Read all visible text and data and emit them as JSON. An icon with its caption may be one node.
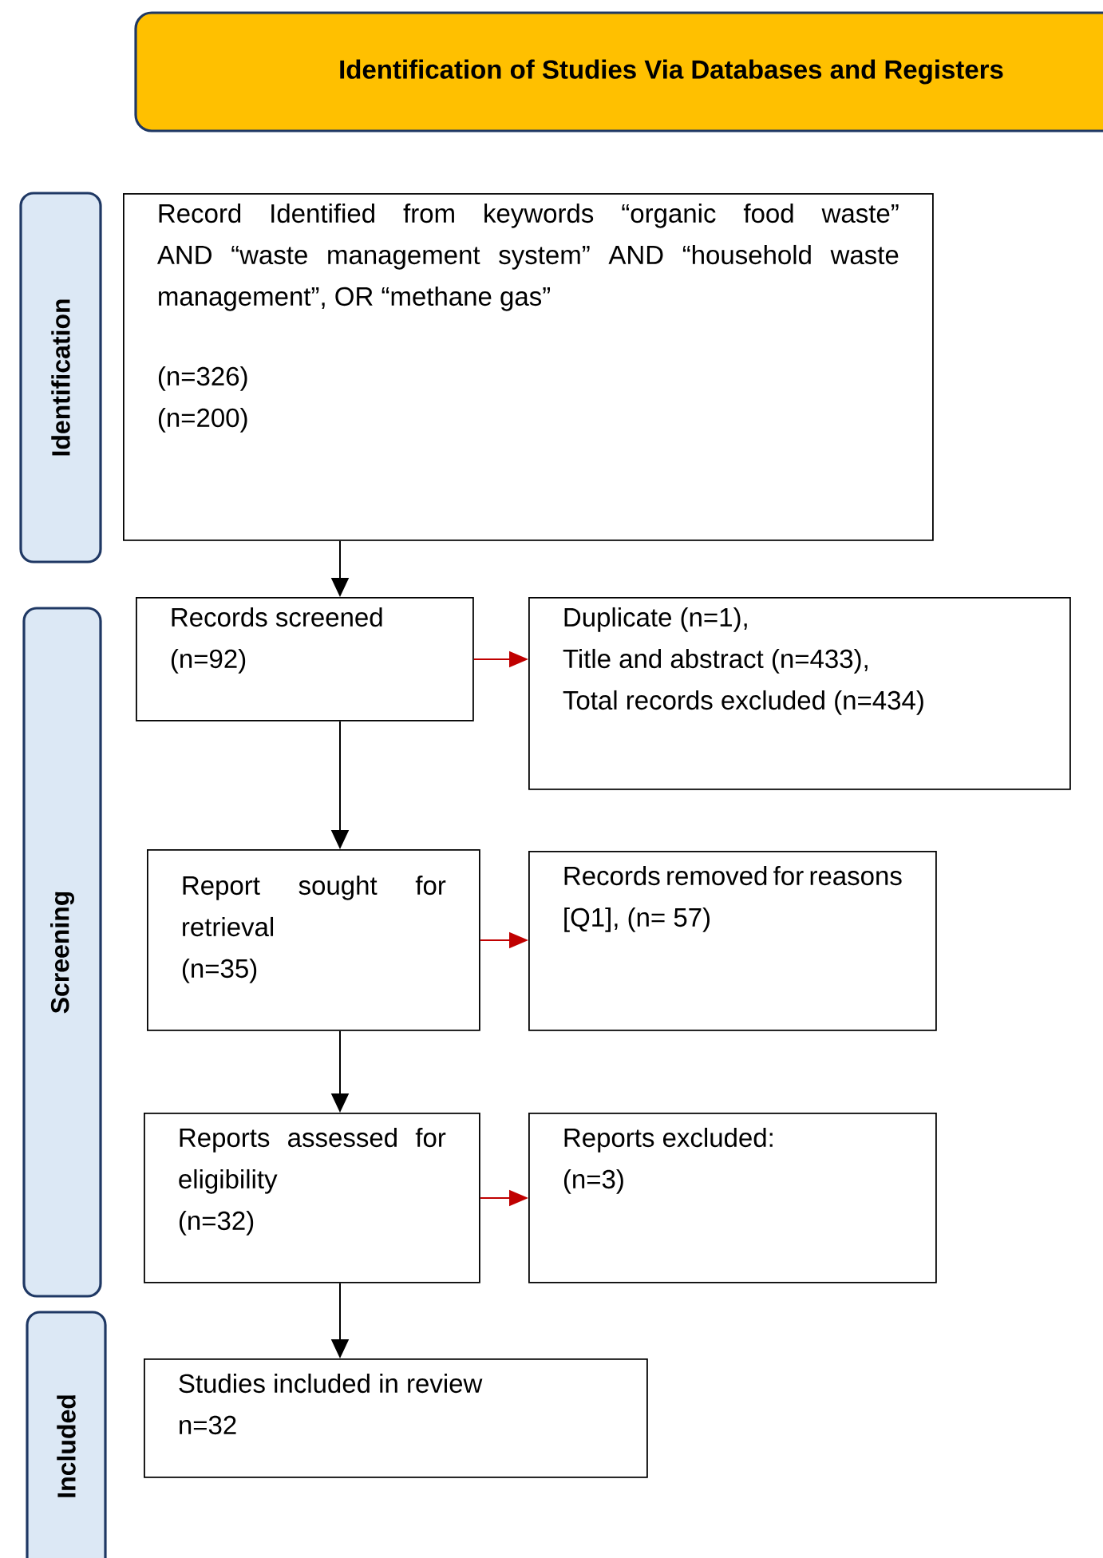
{
  "diagram": {
    "nodes": [
      {
        "text": [
          "Identification of Studies Via Databases and Registers"
        ]
      },
      {
        "text": [
          "Identification"
        ]
      },
      {
        "text": [
          "Screening"
        ]
      },
      {
        "text": [
          "Included"
        ]
      },
      {
        "text": [
          "Record Identified from keywords “organic food waste” AND “waste management system” AND “household waste management”, OR “methane gas”",
          "(n=326)",
          "(n=200)"
        ]
      },
      {
        "text": [
          "Records screened",
          "(n=92)"
        ]
      },
      {
        "text": [
          "Duplicate (n=1),",
          "Title and abstract (n=433),",
          "Total records excluded (n=434)"
        ]
      },
      {
        "text": [
          "Report sought for retrieval",
          "(n=35)"
        ]
      },
      {
        "text": [
          "Records removed for reasons [Q1], (n= 57)"
        ]
      },
      {
        "text": [
          "Reports assessed for eligibility",
          "(n=32)"
        ]
      },
      {
        "text": [
          "Reports excluded:",
          "(n=3)"
        ]
      },
      {
        "text": [
          "Studies included in review",
          "n=32"
        ]
      }
    ],
    "edges": [
      {
        "from": 4,
        "to": 5,
        "arrow": "to"
      },
      {
        "from": 5,
        "to": 6,
        "arrow": "to",
        "color": "#c00000"
      },
      {
        "from": 5,
        "to": 7,
        "arrow": "to"
      },
      {
        "from": 7,
        "to": 8,
        "arrow": "to",
        "color": "#c00000"
      },
      {
        "from": 7,
        "to": 9,
        "arrow": "to"
      },
      {
        "from": 9,
        "to": 10,
        "arrow": "to",
        "color": "#c00000"
      },
      {
        "from": 9,
        "to": 11,
        "arrow": "to"
      }
    ]
  }
}
